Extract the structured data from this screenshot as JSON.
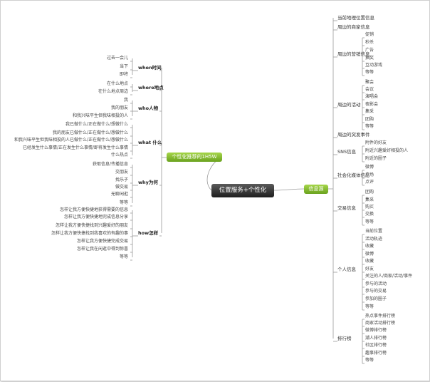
{
  "central_topic": "位置服务+个性化",
  "left_main": "个性化推荐的1H5W",
  "right_main": "信息源",
  "left_groups": [
    {
      "label": "when时间",
      "items": [
        "过去一会儿",
        "当下",
        "即将"
      ]
    },
    {
      "label": "where地点",
      "items": [
        "在什么地点",
        "在什么地点周边"
      ]
    },
    {
      "label": "who人物",
      "items": [
        "我",
        "我的朋友",
        "和我兴味平生但我味相投的人"
      ]
    },
    {
      "label": "what 什么",
      "items": [
        "我已做什么/正在做什么/想做什么",
        "我的朋友已做什么/正在做什么/想做什么",
        "和我兴味平生但我味相投的人已做什么/正在做什么/想做什么",
        "已经发生什么事情/正在发生什么事情/即将发生什么事情",
        "什么热点"
      ]
    },
    {
      "label": "why为何",
      "items": [
        "获取信息/传播信息",
        "交朋友",
        "找乐子",
        "做交易",
        "无聊闲逛",
        "等等"
      ]
    },
    {
      "label": "how怎样",
      "items": [
        "怎样让我方便快捷地获得需要的信息",
        "怎样让我方便快捷地完成信息分享",
        "怎样让我方便快捷找到兴趣爱好的朋友",
        "怎样让我方便快捷找到我喜欢的有趣的事",
        "怎样让我方便快捷完成交易",
        "怎样让我在闲逛中得到惊喜",
        "等等"
      ]
    }
  ],
  "right_groups": [
    {
      "label": "当前地理位置信息",
      "items": []
    },
    {
      "label": "周边的商家信息",
      "items": []
    },
    {
      "label": "周边的营销信息",
      "items": [
        "促销",
        "秒杀",
        "广告",
        "抽奖",
        "互动游戏",
        "等等"
      ]
    },
    {
      "label": "周边的活动",
      "items": [
        "聚会",
        "会议",
        "演唱会",
        "夜影会",
        "集采",
        "团购",
        "等等"
      ]
    },
    {
      "label": "周边的突发事件",
      "items": []
    },
    {
      "label": "SNS信息",
      "items": [
        "附件的好友",
        "附近兴趣爱好相投的人",
        "附近的圈子"
      ]
    },
    {
      "label": "社会化媒体信息",
      "items": [
        "微博",
        "广场",
        "点评"
      ]
    },
    {
      "label": "交易信息",
      "items": [
        "团购",
        "集采",
        "购买",
        "交换",
        "等等"
      ]
    },
    {
      "label": "个人信息",
      "items": [
        "当前位置",
        "活动轨迹",
        "收藏",
        "微博",
        "收藏",
        "好友",
        "关注的人/商家/活动/事件",
        "参与的活动",
        "参与的交易",
        "参加的圈子",
        "等等"
      ]
    },
    {
      "label": "排行榜",
      "items": [
        "热点事件排行榜",
        "商家活动排行榜",
        "微博排行榜",
        "潮人排行榜",
        "社区排行榜",
        "趣事排行榜",
        "等等"
      ]
    }
  ],
  "colors": {
    "line": "#9a9a9a",
    "accent": "#7fb62e",
    "center": "#2b2b2b"
  }
}
